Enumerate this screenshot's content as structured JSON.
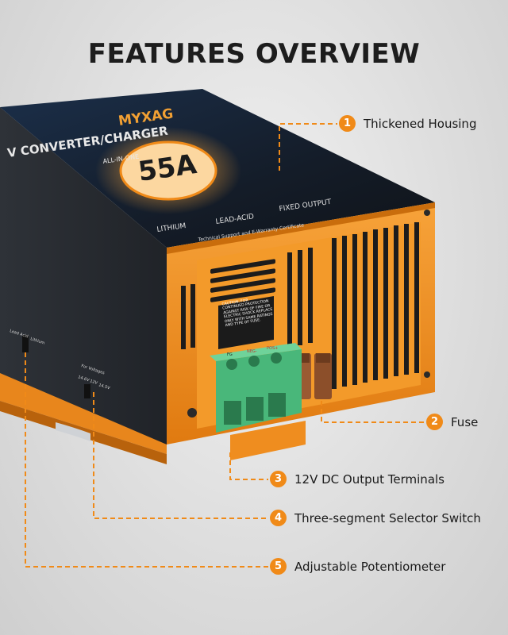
{
  "title": "FEATURES OVERVIEW",
  "product": {
    "brand": "MYXAG",
    "model_line": "V CONVERTER/CHARGER",
    "sub_line": "ALL-IN-ONE",
    "amperage": "55A",
    "modes": [
      "LITHIUM",
      "LEAD-ACID",
      "FIXED OUTPUT"
    ],
    "support_line": "Technical Support and E-Warranty Certificate",
    "caution_text": "CAUTION: FOR CONTINUED PROTECTION AGAINST RISK OF FIRE OR ELECTRIC SHOCK REPLACE ONLY WITH SAME RATINGS AND TYPE OF FUSE.",
    "terminal_labels": [
      "FG",
      "NEG-",
      "POS+"
    ],
    "switch_labels": [
      "Lead Acid",
      "Lithium"
    ],
    "voltage_label": "For Voltages",
    "voltage_options": [
      "14.6V",
      "12V",
      "14.5V"
    ]
  },
  "callouts": [
    {
      "number": "1",
      "label": "Thickened Housing"
    },
    {
      "number": "2",
      "label": "Fuse"
    },
    {
      "number": "3",
      "label": "12V DC Output Terminals"
    },
    {
      "number": "4",
      "label": "Three-segment Selector Switch"
    },
    {
      "number": "5",
      "label": "Adjustable Potentiometer"
    }
  ],
  "colors": {
    "accent": "#f08a18",
    "housing": "#26292e",
    "terminal": "#3fae72"
  }
}
